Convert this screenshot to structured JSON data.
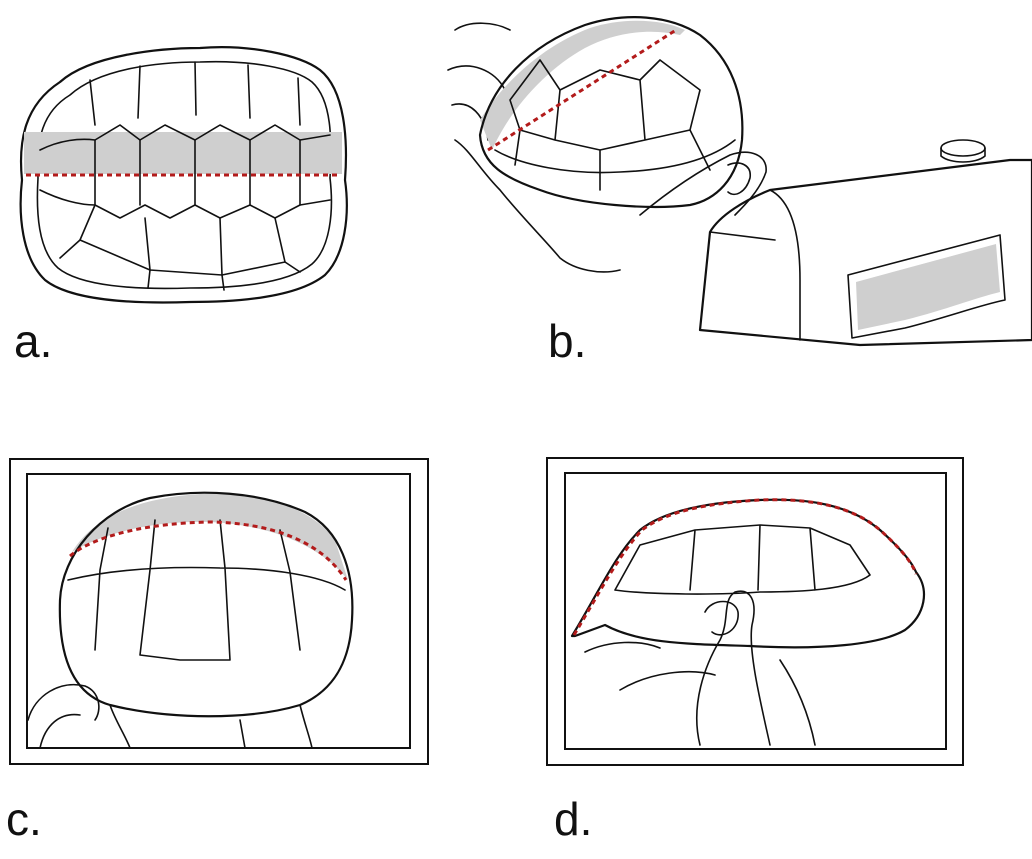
{
  "panels": [
    {
      "id": "a",
      "label": "a."
    },
    {
      "id": "b",
      "label": "b."
    },
    {
      "id": "c",
      "label": "c."
    },
    {
      "id": "d",
      "label": "d."
    }
  ],
  "colors": {
    "line": "#111111",
    "measurement_line": "#b31b1b",
    "shaded_band": "#cfcfcf",
    "background": "#ffffff"
  }
}
